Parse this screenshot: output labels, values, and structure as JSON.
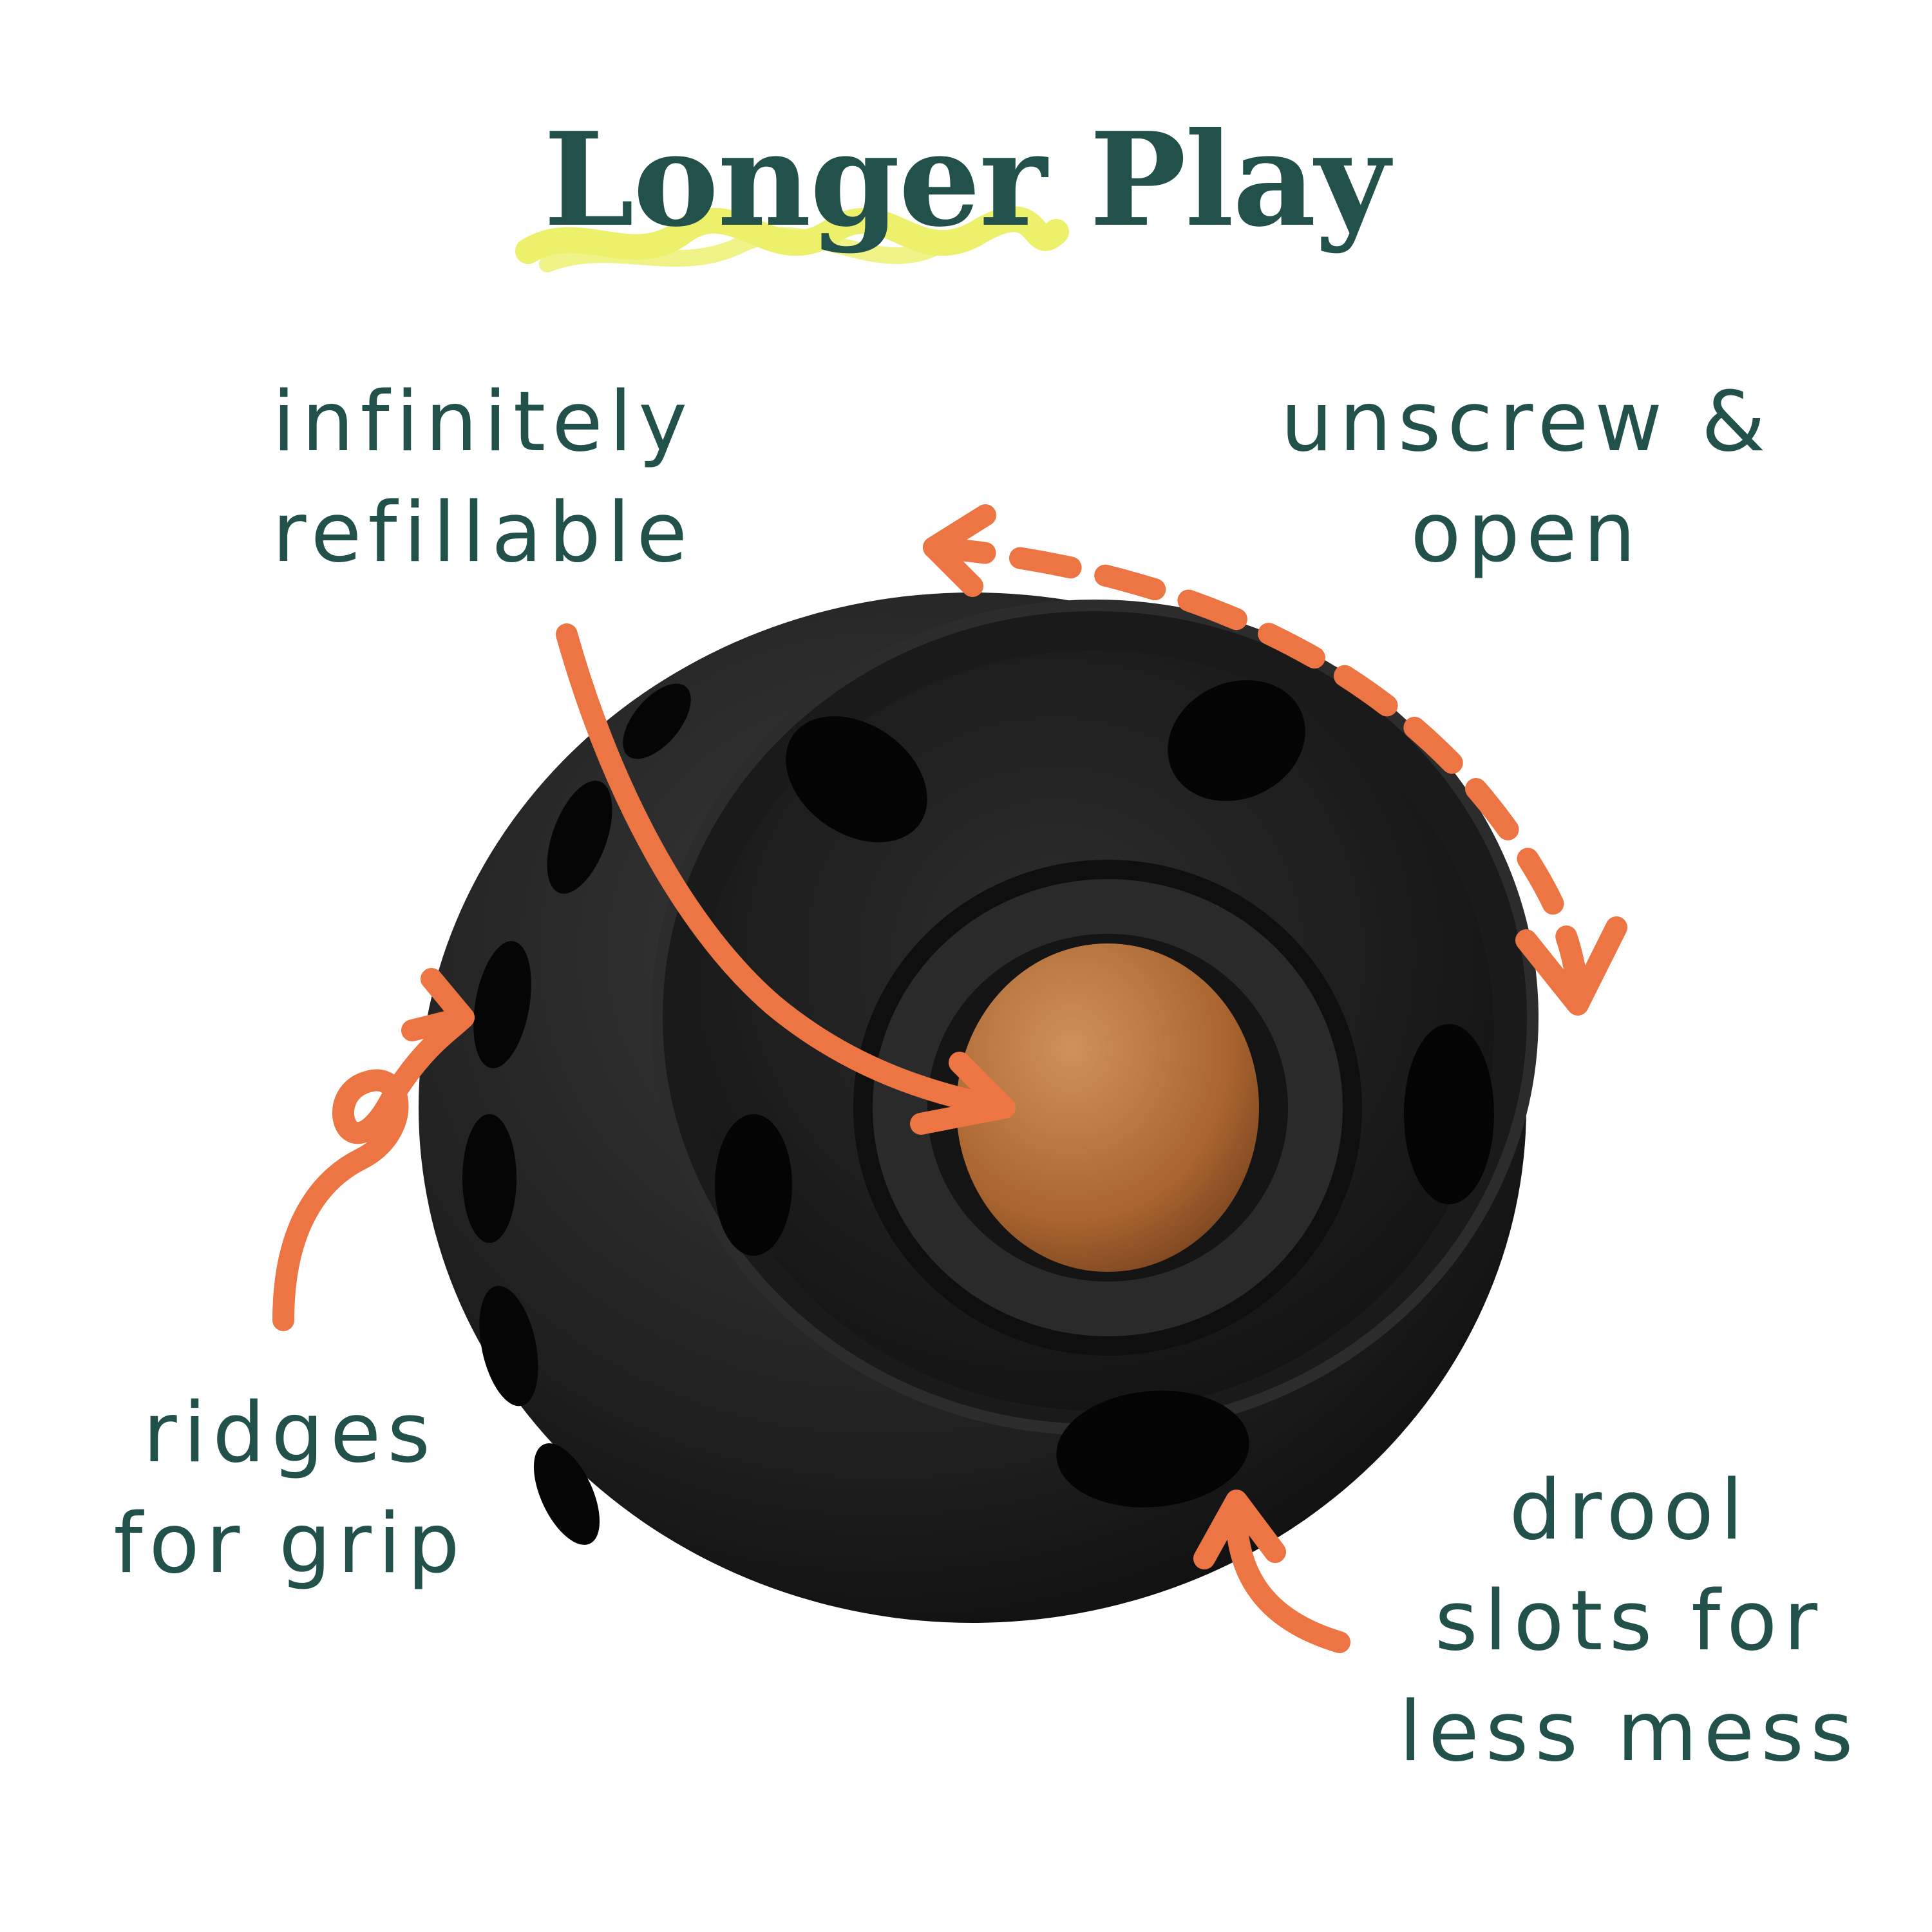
{
  "heading": {
    "word1": "Longer",
    "word2": "Play"
  },
  "callouts": {
    "refill": {
      "line1": "infinitely",
      "line2": "refillable"
    },
    "unscrew": {
      "line1": "unscrew &",
      "line2": "open"
    },
    "ridges": {
      "line1": "ridges",
      "line2": "for grip"
    },
    "drool": {
      "line1": "drool",
      "line2": "slots for",
      "line3": "less mess"
    }
  },
  "colors": {
    "text": "#22514c",
    "arrow": "#ec7543",
    "highlight": "#ecf06a",
    "toy": "#1c1c1c",
    "treat": "#b6713d"
  }
}
